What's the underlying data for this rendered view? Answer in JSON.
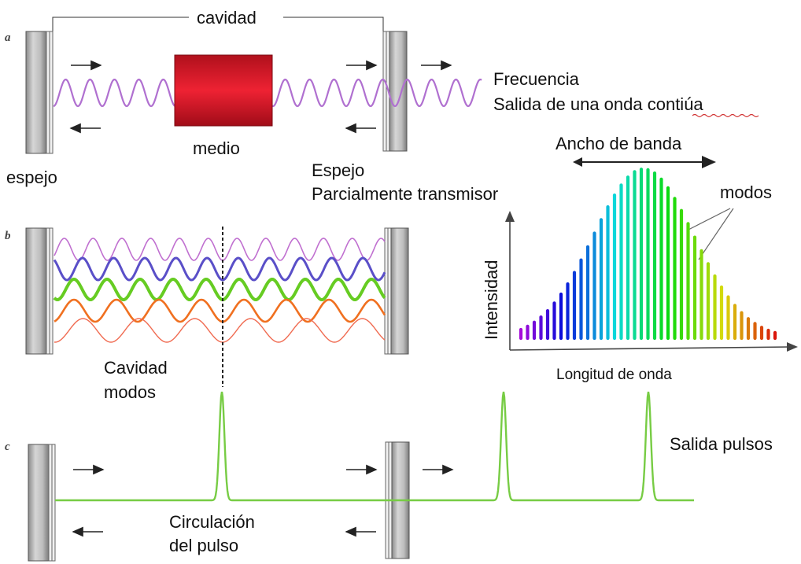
{
  "panels": {
    "a": "a",
    "b": "b",
    "c": "c"
  },
  "panel_a": {
    "cavity_label": "cavidad",
    "medium_label": "medio",
    "mirror_left_label": "espejo",
    "mirror_right_label_line1": "Espejo",
    "mirror_right_label_line2": "Parcialmente transmisor",
    "output_line1": "Frecuencia",
    "output_line2": "Salida de una onda contiúa",
    "wave_color": "#b070d0",
    "medium_color": "#d8192a"
  },
  "panel_b": {
    "modes_label_line1": "Cavidad",
    "modes_label_line2": "modos",
    "mode_colors": [
      "#c070d0",
      "#5a4fc8",
      "#66cc22",
      "#f07020",
      "#f06a50"
    ]
  },
  "spectrum": {
    "bandwidth_label": "Ancho de banda",
    "modes_label": "modos",
    "y_axis_label": "Intensidad",
    "x_axis_label": "Longitud de onda"
  },
  "panel_c": {
    "circulation_line1": "Circulación",
    "circulation_line2": "del pulso",
    "output_label": "Salida pulsos",
    "pulse_color": "#77cc44"
  }
}
